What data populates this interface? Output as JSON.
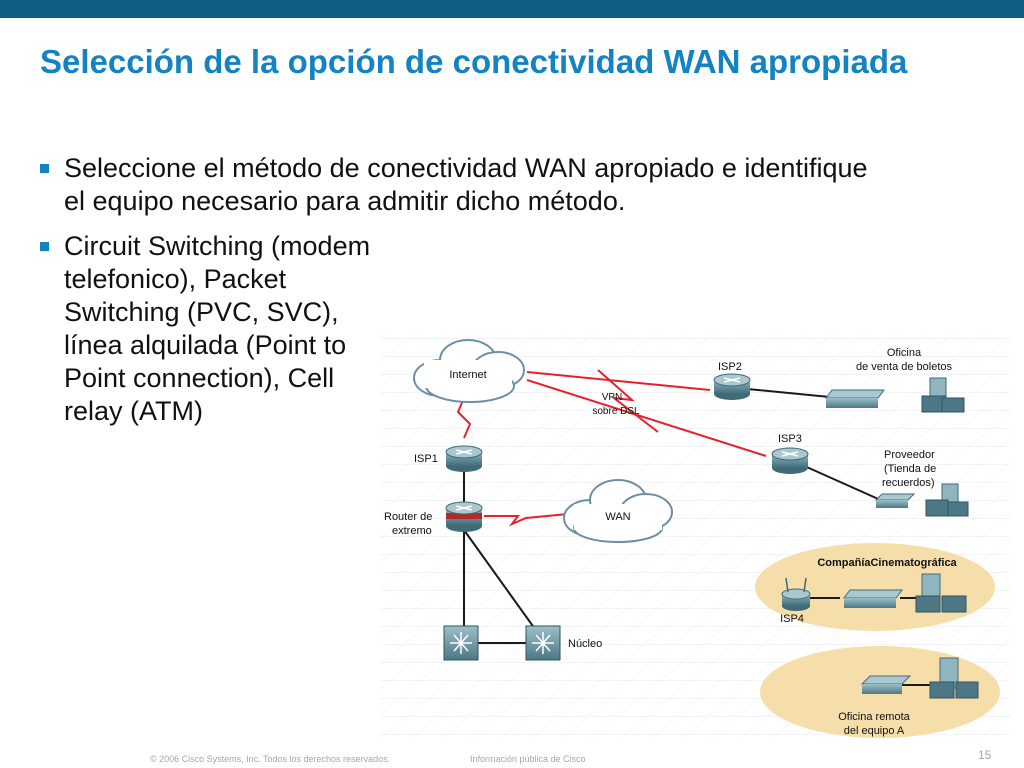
{
  "slide": {
    "title": "Selección de la opción de conectividad WAN apropiada",
    "bullet1": "Seleccione el método de conectividad WAN apropiado e identifique el equipo necesario para admitir dicho método.",
    "bullet2": "Circuit Switching (modem telefonico), Packet Switching (PVC, SVC), línea alquilada (Point to Point connection), Cell relay (ATM)"
  },
  "diagram": {
    "internet": "Internet",
    "wan": "WAN",
    "isp1": "ISP1",
    "isp2": "ISP2",
    "isp3": "ISP3",
    "isp4": "ISP4",
    "router_line1": "Router de",
    "router_line2": "extremo",
    "nucleo": "Núcleo",
    "vpn_line1": "VPN",
    "vpn_line2": "sobre DSL",
    "oficina_line1": "Oficina",
    "oficina_line2": "de venta de boletos",
    "proveedor_line1": "Proveedor",
    "proveedor_line2": "(Tienda de",
    "proveedor_line3": "recuerdos)",
    "compania": "CompañíaCinematográfica",
    "remota_line1": "Oficina remota",
    "remota_line2": "del equipo A"
  },
  "footer": {
    "copyright": "© 2006 Cisco Systems, Inc. Todos los derechos reservados.",
    "info": "Información pública de Cisco",
    "page": "15"
  },
  "colors": {
    "title": "#1383c2",
    "topbar": "#0f5f82",
    "wan_link": "#e8202a",
    "ellipse": "#f6deaa"
  }
}
